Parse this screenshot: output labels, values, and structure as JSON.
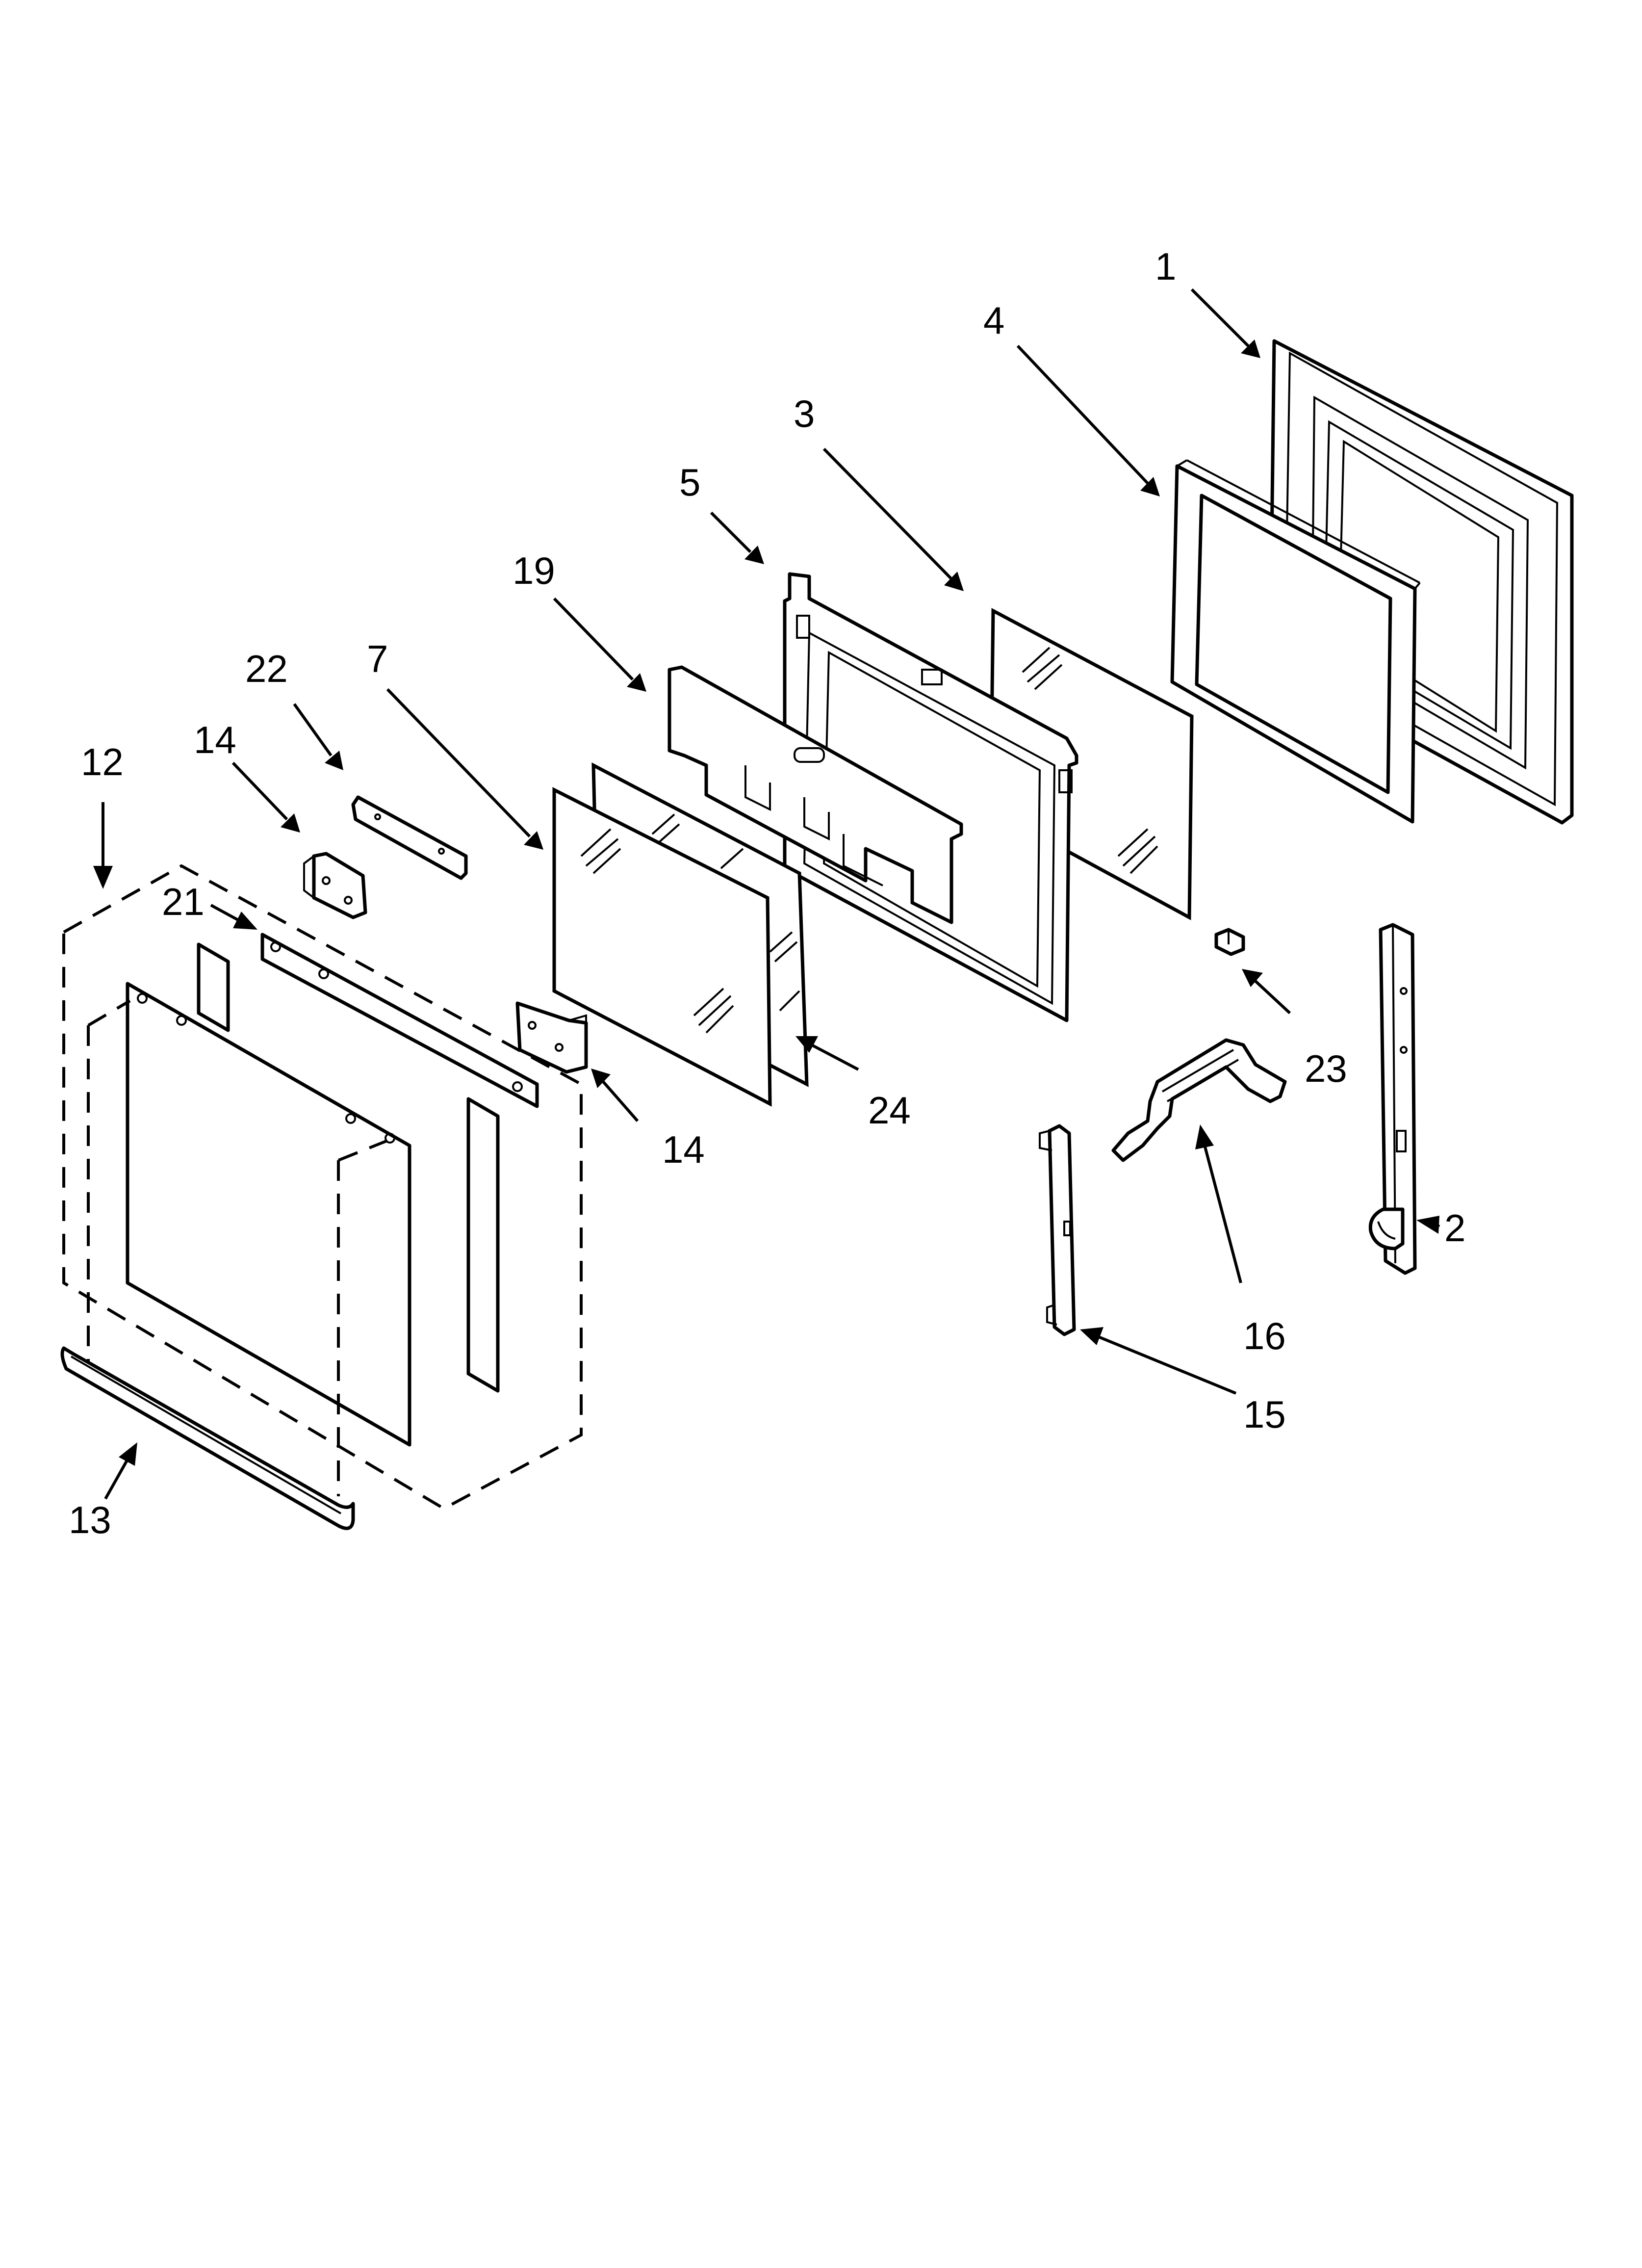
{
  "diagram": {
    "callouts": [
      {
        "id": "1",
        "text": "1"
      },
      {
        "id": "2",
        "text": "2"
      },
      {
        "id": "3",
        "text": "3"
      },
      {
        "id": "4",
        "text": "4"
      },
      {
        "id": "5",
        "text": "5"
      },
      {
        "id": "7",
        "text": "7"
      },
      {
        "id": "12",
        "text": "12"
      },
      {
        "id": "13",
        "text": "13"
      },
      {
        "id": "14a",
        "text": "14"
      },
      {
        "id": "14b",
        "text": "14"
      },
      {
        "id": "15",
        "text": "15"
      },
      {
        "id": "16",
        "text": "16"
      },
      {
        "id": "19",
        "text": "19"
      },
      {
        "id": "21",
        "text": "21"
      },
      {
        "id": "22",
        "text": "22"
      },
      {
        "id": "23",
        "text": "23"
      },
      {
        "id": "24",
        "text": "24"
      }
    ]
  }
}
